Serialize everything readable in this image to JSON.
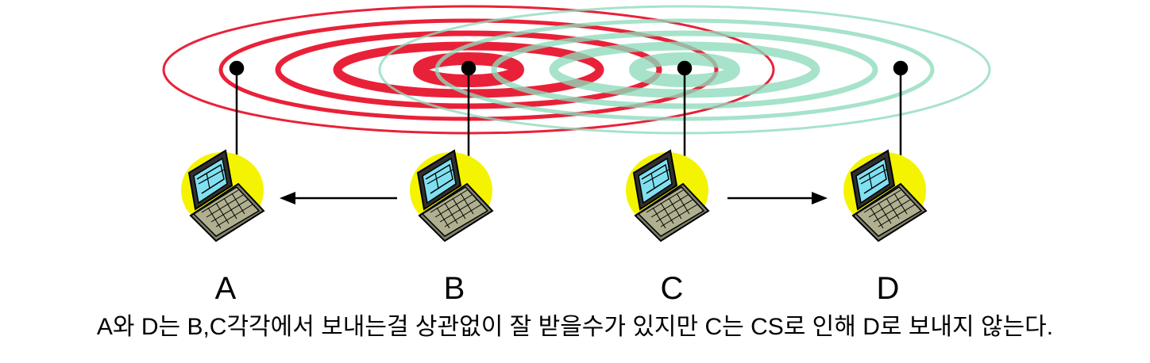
{
  "nodes": [
    {
      "id": "A",
      "label": "A"
    },
    {
      "id": "B",
      "label": "B"
    },
    {
      "id": "C",
      "label": "C"
    },
    {
      "id": "D",
      "label": "D"
    }
  ],
  "transmissions": [
    {
      "from": "B",
      "to": "A",
      "color": "#e8162e"
    },
    {
      "from": "C",
      "to": "D",
      "color": "#8edcbc"
    }
  ],
  "colors": {
    "laptop_glow": "#f4f400",
    "screen": "#80e0f0",
    "keyboard": "#b0b090",
    "signal_b": "#e8162e",
    "signal_c": "#8edcbc"
  },
  "caption": "A와 D는 B,C각각에서 보내는걸 상관없이 잘 받을수가 있지만 C는 CS로 인해 D로 보내지 않는다."
}
